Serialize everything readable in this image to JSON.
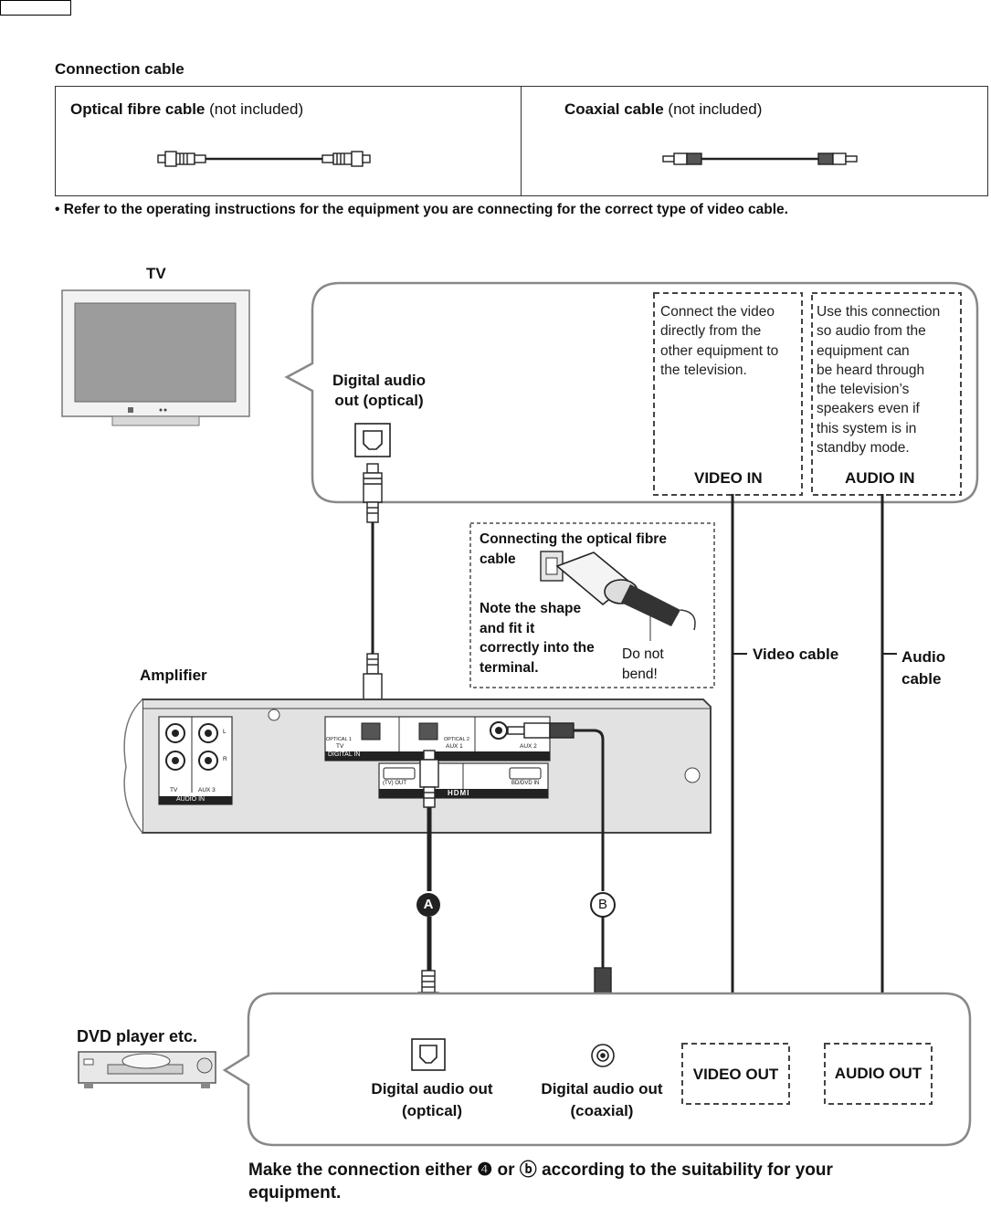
{
  "connection_cable": {
    "title": "Connection cable",
    "optical": {
      "name": "Optical fibre cable",
      "note": "(not included)"
    },
    "coaxial": {
      "name": "Coaxial cable",
      "note": "(not included)"
    }
  },
  "refer_note": "•  Refer to the operating instructions for the equipment you are connecting for the correct type of video cable.",
  "tv": {
    "label": "TV",
    "port_label_line1": "Digital audio",
    "port_label_line2": "out (optical)",
    "video_box_lines": [
      "Connect the video",
      "directly from the",
      "other equipment to",
      "the television."
    ],
    "audio_box_lines": [
      "Use this connection",
      "so audio from the",
      "equipment can",
      "be heard through",
      "the television’s",
      "speakers even if",
      "this system is in",
      "standby mode."
    ],
    "video_in": "VIDEO IN",
    "audio_in": "AUDIO IN"
  },
  "optical_tip": {
    "title_line1": "Connecting the optical fibre",
    "title_line2": "cable",
    "shape_lines": [
      "Note the shape",
      "and fit it",
      "correctly into the",
      "terminal."
    ],
    "bend_line1": "Do not",
    "bend_line2": "bend!"
  },
  "cables": {
    "video_cable": "Video cable",
    "audio_cable_line1": "Audio",
    "audio_cable_line2": "cable"
  },
  "amplifier": {
    "label": "Amplifier",
    "panel": {
      "optical1": "OPTICAL 1",
      "tv": "TV",
      "optical2": "OPTICAL 2",
      "aux1": "AUX 1",
      "aux2": "AUX 2",
      "digital_in": "DIGITAL IN",
      "tv_out": "(TV) OUT",
      "bd_dvd_in": "BD/DVD IN",
      "hdmi": "HDMI",
      "tv_small": "TV",
      "aux3": "AUX 3",
      "audio_in": "AUDIO IN",
      "l": "L",
      "r": "R"
    }
  },
  "markers": {
    "a": "A",
    "b": "B"
  },
  "dvd": {
    "label": "DVD player etc.",
    "optical_line1": "Digital audio out",
    "optical_line2": "(optical)",
    "coaxial_line1": "Digital audio out",
    "coaxial_line2": "(coaxial)",
    "video_out": "VIDEO OUT",
    "audio_out": "AUDIO OUT"
  },
  "footer": {
    "line1": "Make the connection either ❹ or ⓑ according to the suitability for your",
    "line2": "equipment."
  }
}
